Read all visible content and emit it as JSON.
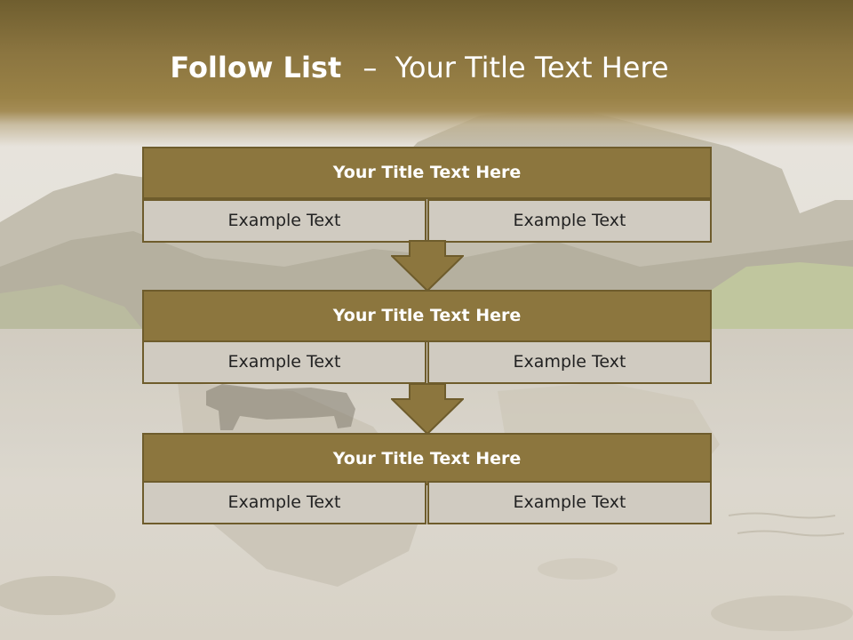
{
  "slide": {
    "title_bold": "Follow List",
    "title_sep": "–",
    "title_rest": "Your Title Text Here"
  },
  "blocks": [
    {
      "title": "Your Title Text Here",
      "cells": [
        "Example Text",
        "Example Text"
      ]
    },
    {
      "title": "Your Title Text Here",
      "cells": [
        "Example Text",
        "Example Text"
      ]
    },
    {
      "title": "Your Title Text Here",
      "cells": [
        "Example Text",
        "Example Text"
      ]
    }
  ],
  "colors": {
    "header_band": "#8b7540",
    "block_title": "#8c763e",
    "block_border": "#6e5c2c",
    "cell_fill": "#d0cbc1"
  }
}
